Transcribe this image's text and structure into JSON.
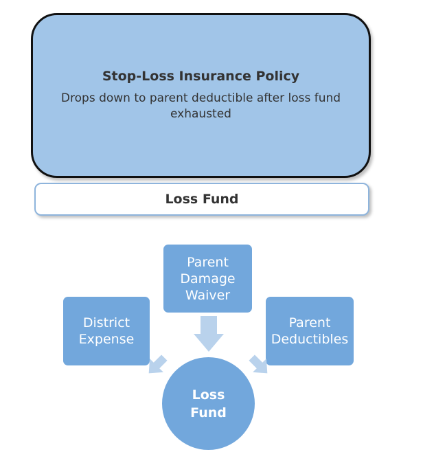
{
  "policy": {
    "title": "Stop-Loss Insurance Policy",
    "subtitle": "Drops down to parent deductible after loss fund exhausted"
  },
  "loss_fund_bar": {
    "label": "Loss Fund"
  },
  "sources": {
    "district_expense": "District\nExpense",
    "parent_damage_waiver": "Parent\nDamage\nWaiver",
    "parent_deductibles": "Parent\nDeductibles"
  },
  "loss_fund_circle": {
    "label": "Loss\nFund"
  },
  "colors": {
    "policy_fill": "#a1c5e8",
    "box_fill": "#72a7dc",
    "arrow_fill": "#b9d2ec"
  }
}
